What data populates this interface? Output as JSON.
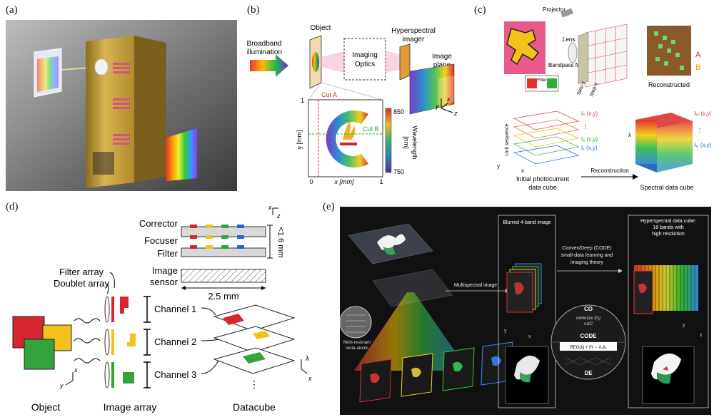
{
  "panel_labels": {
    "a": "(a)",
    "b": "(b)",
    "c": "(c)",
    "d": "(d)",
    "e": "(e)"
  },
  "panel_b": {
    "broadband": "Broadband",
    "illumination": "illumination",
    "object": "Object",
    "imaging": "Imaging",
    "optics": "Optics",
    "hyperspectral": "Hyperspectral",
    "imager": "imager",
    "image": "Image",
    "plane": "plane",
    "y_axis": "y",
    "x_axis": "x",
    "z_axis": "z",
    "cut_a": "Cut A",
    "cut_b": "Cut B",
    "ylabel": "y [mm]",
    "xlabel": "x [mm]",
    "tick_0": "0",
    "tick_1": "1",
    "tick_y1": "1",
    "cbar_max": "850",
    "cbar_min": "750",
    "cbar_label_1": "Wavelength",
    "cbar_label_2": "[nm]"
  },
  "panel_c": {
    "projector": "Projector",
    "lens": "Lens",
    "bandpass": "Bandpass filter",
    "filter": "Filter",
    "step_y": "Step-y",
    "step_x": "Step-x",
    "reconstructed": "Reconstructed",
    "point_a": "A",
    "point_b": "B",
    "unit_sequence": "Unit sequence",
    "i_n": "Iₙ (x,y)",
    "i_2": "I₂ (x,y)",
    "i_1": "I₁ (x,y)",
    "lambda_n": "λₙ (x,y)",
    "lambda_1": "λ₁ (x,y)",
    "lambda": "λ",
    "x": "x",
    "y": "y",
    "initial_1": "Initial photocurrent",
    "initial_2": "data cube",
    "reconstruction": "Reconstruction",
    "spectral": "Spectral data cube",
    "dots": "⋮"
  },
  "panel_d": {
    "corrector": "Corrector",
    "focuser": "Focuser",
    "filter": "Filter",
    "image": "Image",
    "sensor": "sensor",
    "dim_16": "<1.6 mm",
    "dim_25": "2.5 mm",
    "filter_array": "Filter array",
    "doublet_array": "Doublet array",
    "channel_1": "Channel 1",
    "channel_2": "Channel 2",
    "channel_3": "Channel 3",
    "object": "Object",
    "image_array": "Image array",
    "datacube": "Datacube",
    "x": "x",
    "y": "y",
    "z": "z",
    "lambda": "λ",
    "dots": "⋮"
  },
  "panel_e": {
    "blurred": "Blurred 4-band image",
    "cube_title_1": "Hyperspectral data cube:",
    "cube_title_2": "18 bands with",
    "cube_title_3": "high resolution",
    "multispectral": "Multispectral image",
    "code_1": "Convex/Deep (CODE)",
    "code_2": "small-data learning and",
    "code_3": "imaging theory",
    "meta_1": "Multi-resonant",
    "meta_2": "meta-atoms",
    "co": "CO",
    "minimize": "minimize  f(x)",
    "st": "x∈C",
    "code": "CODE",
    "reg": "REG(λ) + ‖Y − X₀‖₂",
    "de": "DE",
    "x": "x",
    "y": "y"
  },
  "colors": {
    "red": "#d7262b",
    "yellow": "#f2c21b",
    "green": "#34a33c",
    "blue": "#2e63c9",
    "dark_bg": "#111111",
    "panel_a_bg": "#8a8a8a"
  }
}
